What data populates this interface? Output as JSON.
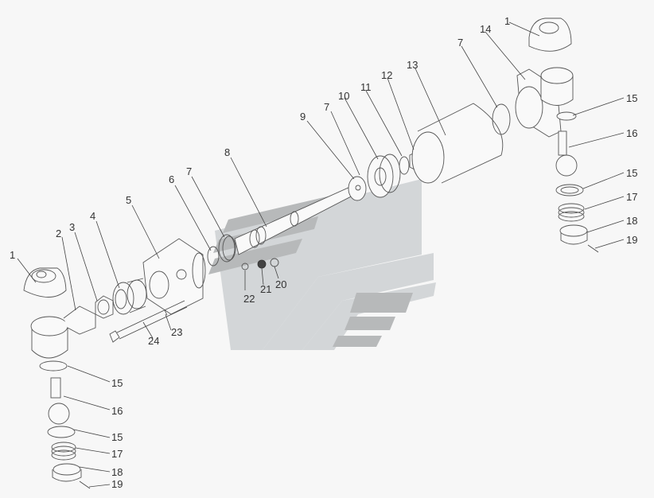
{
  "diagram": {
    "type": "exploded-parts-view",
    "colors": {
      "background": "#f7f7f7",
      "line": "#444444",
      "watermark_light": "#d3d6d8",
      "watermark_dark": "#b7b9ba"
    },
    "callouts": {
      "c1a": "1",
      "c1b": "1",
      "c2": "2",
      "c3": "3",
      "c4": "4",
      "c5": "5",
      "c6": "6",
      "c7a": "7",
      "c7b": "7",
      "c7c": "7",
      "c8": "8",
      "c9": "9",
      "c10": "10",
      "c11": "11",
      "c12": "12",
      "c13": "13",
      "c14": "14",
      "c15a": "15",
      "c15b": "15",
      "c15c": "15",
      "c15d": "15",
      "c16a": "16",
      "c16b": "16",
      "c17a": "17",
      "c17b": "17",
      "c18a": "18",
      "c18b": "18",
      "c19a": "19",
      "c19b": "19",
      "c20": "20",
      "c21": "21",
      "c22": "22",
      "c23": "23",
      "c24": "24"
    }
  }
}
